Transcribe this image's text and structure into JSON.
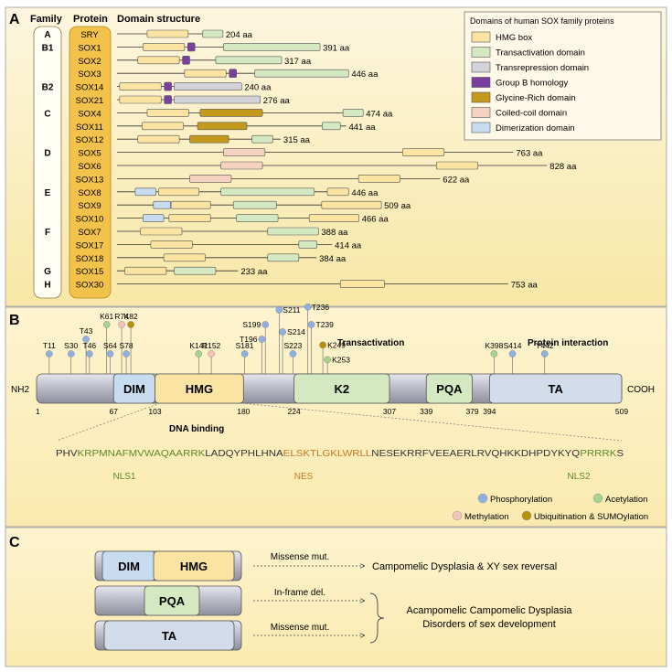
{
  "panel_a": {
    "letter": "A",
    "headers": {
      "family": "Family",
      "protein": "Protein",
      "domain": "Domain structure"
    },
    "families": [
      {
        "label": "A",
        "row": 0
      },
      {
        "label": "B1",
        "row": 1
      },
      {
        "label": "B2",
        "row": 4
      },
      {
        "label": "C",
        "row": 6
      },
      {
        "label": "D",
        "row": 9
      },
      {
        "label": "E",
        "row": 12
      },
      {
        "label": "F",
        "row": 15
      },
      {
        "label": "G",
        "row": 18
      },
      {
        "label": "H",
        "row": 19
      }
    ],
    "legend": {
      "title": "Domains of human SOX family proteins",
      "items": [
        {
          "key": "hmg",
          "label": "HMG box",
          "color": "#fbe4a2"
        },
        {
          "key": "trans",
          "label": "Transactivation domain",
          "color": "#d4e8c2"
        },
        {
          "key": "repr",
          "label": "Transrepression domain",
          "color": "#d2d2d8"
        },
        {
          "key": "groupb",
          "label": "Group B homology",
          "color": "#7b3fa0"
        },
        {
          "key": "gly",
          "label": "Glycine-Rich domain",
          "color": "#c49a1c"
        },
        {
          "key": "coil",
          "label": "Coiled-coil domain",
          "color": "#f6d2c0"
        },
        {
          "key": "dimer",
          "label": "Dimerization domain",
          "color": "#c8dcef"
        }
      ]
    },
    "proteins": [
      {
        "name": "SRY",
        "length": "204 aa",
        "len": 204,
        "domains": [
          [
            "hmg",
            58,
            137
          ],
          [
            "trans",
            165,
            204
          ]
        ]
      },
      {
        "name": "SOX1",
        "length": "391 aa",
        "len": 391,
        "domains": [
          [
            "hmg",
            50,
            130
          ],
          [
            "groupb",
            136,
            150
          ],
          [
            "trans",
            205,
            391
          ]
        ]
      },
      {
        "name": "SOX2",
        "length": "317 aa",
        "len": 317,
        "domains": [
          [
            "hmg",
            40,
            120
          ],
          [
            "groupb",
            126,
            140
          ],
          [
            "trans",
            190,
            317
          ]
        ]
      },
      {
        "name": "SOX3",
        "length": "446 aa",
        "len": 446,
        "domains": [
          [
            "hmg",
            130,
            210
          ],
          [
            "groupb",
            216,
            230
          ],
          [
            "trans",
            265,
            446
          ]
        ]
      },
      {
        "name": "SOX14",
        "length": "240 aa",
        "len": 240,
        "domains": [
          [
            "hmg",
            5,
            85
          ],
          [
            "groupb",
            91,
            105
          ],
          [
            "repr",
            110,
            240
          ]
        ]
      },
      {
        "name": "SOX21",
        "length": "276 aa",
        "len": 276,
        "domains": [
          [
            "hmg",
            5,
            85
          ],
          [
            "groupb",
            91,
            105
          ],
          [
            "repr",
            110,
            276
          ]
        ]
      },
      {
        "name": "SOX4",
        "length": "474 aa",
        "len": 474,
        "domains": [
          [
            "hmg",
            58,
            138
          ],
          [
            "gly",
            160,
            280
          ],
          [
            "trans",
            435,
            474
          ]
        ]
      },
      {
        "name": "SOX11",
        "length": "441 aa",
        "len": 441,
        "domains": [
          [
            "hmg",
            48,
            128
          ],
          [
            "gly",
            155,
            250
          ],
          [
            "trans",
            395,
            430
          ]
        ]
      },
      {
        "name": "SOX12",
        "length": "315 aa",
        "len": 315,
        "domains": [
          [
            "hmg",
            40,
            120
          ],
          [
            "gly",
            140,
            215
          ],
          [
            "trans",
            260,
            300
          ]
        ]
      },
      {
        "name": "SOX5",
        "length": "763 aa",
        "len": 763,
        "domains": [
          [
            "coil",
            205,
            285
          ],
          [
            "hmg",
            550,
            630
          ]
        ]
      },
      {
        "name": "SOX6",
        "length": "828 aa",
        "len": 828,
        "domains": [
          [
            "coil",
            200,
            280
          ],
          [
            "hmg",
            615,
            695
          ]
        ]
      },
      {
        "name": "SOX13",
        "length": "622 aa",
        "len": 622,
        "domains": [
          [
            "coil",
            140,
            220
          ],
          [
            "hmg",
            465,
            545
          ]
        ]
      },
      {
        "name": "SOX8",
        "length": "446 aa",
        "len": 446,
        "domains": [
          [
            "dimer",
            35,
            75
          ],
          [
            "hmg",
            80,
            158
          ],
          [
            "trans",
            200,
            380
          ],
          [
            "hmg",
            405,
            446
          ]
        ]
      },
      {
        "name": "SOX9",
        "length": "509 aa",
        "len": 509,
        "domains": [
          [
            "dimer",
            70,
            103
          ],
          [
            "hmg",
            104,
            180
          ],
          [
            "trans",
            224,
            307
          ],
          [
            "hmg",
            394,
            509
          ]
        ]
      },
      {
        "name": "SOX10",
        "length": "466 aa",
        "len": 466,
        "domains": [
          [
            "dimer",
            50,
            90
          ],
          [
            "hmg",
            100,
            180
          ],
          [
            "trans",
            230,
            310
          ],
          [
            "hmg",
            370,
            466
          ]
        ]
      },
      {
        "name": "SOX7",
        "length": "388 aa",
        "len": 388,
        "domains": [
          [
            "hmg",
            45,
            125
          ],
          [
            "trans",
            290,
            388
          ]
        ]
      },
      {
        "name": "SOX17",
        "length": "414 aa",
        "len": 414,
        "domains": [
          [
            "hmg",
            65,
            145
          ],
          [
            "trans",
            350,
            385
          ]
        ]
      },
      {
        "name": "SOX18",
        "length": "384 aa",
        "len": 384,
        "domains": [
          [
            "hmg",
            90,
            170
          ],
          [
            "trans",
            290,
            350
          ]
        ]
      },
      {
        "name": "SOX15",
        "length": "233 aa",
        "len": 233,
        "domains": [
          [
            "hmg",
            15,
            95
          ],
          [
            "trans",
            110,
            190
          ]
        ]
      },
      {
        "name": "SOX30",
        "length": "753 aa",
        "len": 753,
        "domains": [
          [
            "hmg",
            430,
            515
          ]
        ]
      }
    ]
  },
  "panel_b": {
    "letter": "B",
    "nh2": "NH2",
    "cooh": "COOH",
    "domains": [
      {
        "key": "dim",
        "label": "DIM",
        "start": 67,
        "end": 103,
        "color": "#c8dcef"
      },
      {
        "key": "hmg",
        "label": "HMG",
        "start": 103,
        "end": 180,
        "color": "#fbe4a2"
      },
      {
        "key": "k2",
        "label": "K2",
        "start": 224,
        "end": 307,
        "color": "#d4e8c2"
      },
      {
        "key": "pqa",
        "label": "PQA",
        "start": 339,
        "end": 379,
        "color": "#d4e8c2"
      },
      {
        "key": "ta",
        "label": "TA",
        "start": 394,
        "end": 509,
        "color": "#d2dcea"
      }
    ],
    "positions": [
      "1",
      "67",
      "103",
      "180",
      "224",
      "307",
      "339",
      "379",
      "394",
      "509"
    ],
    "region_labels": {
      "dna_binding": "DNA binding",
      "transactivation": "Transactivation",
      "protein_interaction": "Protein   interaction"
    },
    "sites": [
      {
        "label": "T11",
        "type": "phos",
        "pos": 11,
        "h": 1
      },
      {
        "label": "S30",
        "type": "phos",
        "pos": 30,
        "h": 1
      },
      {
        "label": "T43",
        "type": "phos",
        "pos": 43,
        "h": 2
      },
      {
        "label": "T46",
        "type": "phos",
        "pos": 46,
        "h": 1
      },
      {
        "label": "K61",
        "type": "acet",
        "pos": 61,
        "h": 3
      },
      {
        "label": "S64",
        "type": "phos",
        "pos": 64,
        "h": 1
      },
      {
        "label": "R74",
        "type": "meth",
        "pos": 74,
        "h": 3
      },
      {
        "label": "S78",
        "type": "phos",
        "pos": 78,
        "h": 1
      },
      {
        "label": "K82",
        "type": "ubiq",
        "pos": 82,
        "h": 3
      },
      {
        "label": "K141",
        "type": "acet",
        "pos": 141,
        "h": 1
      },
      {
        "label": "R152",
        "type": "meth",
        "pos": 152,
        "h": 1
      },
      {
        "label": "S181",
        "type": "phos",
        "pos": 181,
        "h": 1
      },
      {
        "label": "T196",
        "type": "phos",
        "pos": 196,
        "h": 2
      },
      {
        "label": "S199",
        "type": "phos",
        "pos": 199,
        "h": 3
      },
      {
        "label": "S211",
        "type": "phos",
        "pos": 211,
        "h": 4
      },
      {
        "label": "S214",
        "type": "phos",
        "pos": 214,
        "h": 2.5
      },
      {
        "label": "S223",
        "type": "phos",
        "pos": 223,
        "h": 1
      },
      {
        "label": "T236",
        "type": "phos",
        "pos": 236,
        "h": 4.2
      },
      {
        "label": "T239",
        "type": "phos",
        "pos": 239,
        "h": 3
      },
      {
        "label": "K249",
        "type": "ubiq",
        "pos": 249,
        "h": 1.6
      },
      {
        "label": "K253",
        "type": "acet",
        "pos": 253,
        "h": 0.6
      },
      {
        "label": "K398",
        "type": "acet",
        "pos": 398,
        "h": 1
      },
      {
        "label": "S414",
        "type": "phos",
        "pos": 414,
        "h": 1
      },
      {
        "label": "Y442",
        "type": "phos",
        "pos": 442,
        "h": 1
      }
    ],
    "sequence": [
      {
        "text": "PHV",
        "color": "#333333"
      },
      {
        "text": "KRPMNAFMVWAQAARRK",
        "color": "#5c8a2c"
      },
      {
        "text": "LADQYPHLHNA",
        "color": "#333333"
      },
      {
        "text": "ELSKTLGKLWRLL",
        "color": "#c07a2a"
      },
      {
        "text": "NESEKRRFVEEAERLRVQHKKDHPDYKYQ",
        "color": "#333333"
      },
      {
        "text": "PRRRK",
        "color": "#5c8a2c"
      },
      {
        "text": "S",
        "color": "#333333"
      }
    ],
    "seq_labels": [
      {
        "text": "NLS1",
        "color": "#5c8a2c"
      },
      {
        "text": "NES",
        "color": "#c07a2a"
      },
      {
        "text": "NLS2",
        "color": "#5c8a2c"
      }
    ],
    "ptm_legend": [
      {
        "label": "Phosphorylation",
        "color": "#8fb0e0"
      },
      {
        "label": "Acetylation",
        "color": "#a6d48e"
      },
      {
        "label": "Methylation",
        "color": "#f4c3b8"
      },
      {
        "label": "Ubiquitination & SUMOylation",
        "color": "#b8910a"
      }
    ]
  },
  "panel_c": {
    "letter": "C",
    "rows": [
      {
        "mutation": "Missense mut.",
        "domains": [
          "DIM",
          "HMG"
        ]
      },
      {
        "mutation": "In-frame del.",
        "domains": [
          "PQA"
        ]
      },
      {
        "mutation": "Missense mut.",
        "domains": [
          "TA"
        ]
      }
    ],
    "outcome_1": "Campomelic Dysplasia & XY sex reversal",
    "outcome_2a": "Acampomelic Campomelic Dysplasia",
    "outcome_2b": "Disorders of sex development"
  }
}
